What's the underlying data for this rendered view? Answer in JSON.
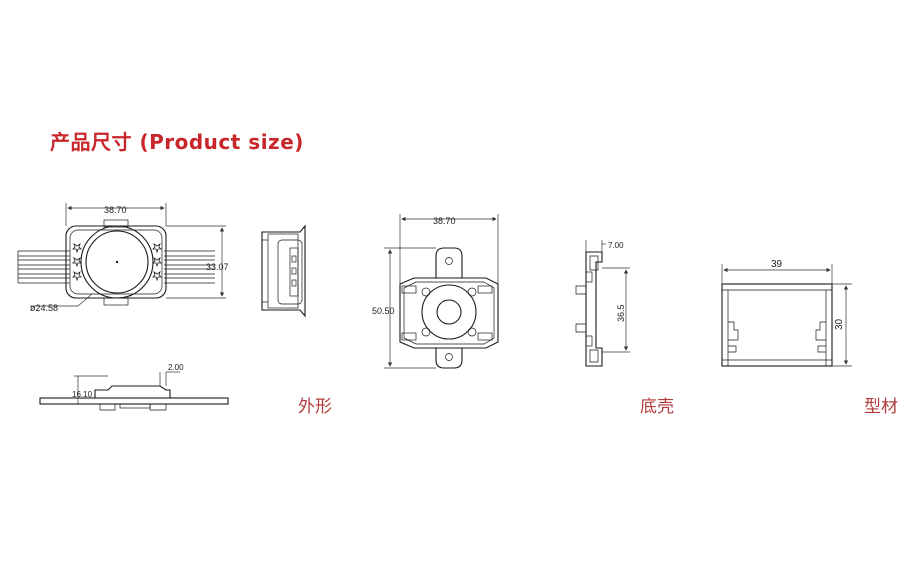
{
  "title": "产品尺寸 (Product size)",
  "captions": {
    "exterior": "外形",
    "base": "底壳",
    "profile": "型材"
  },
  "dimensions": {
    "module_width": "38.70",
    "module_height": "33.07",
    "lens_diameter": "ø24.58",
    "side_height": "16.10",
    "side_offset": "2.00",
    "base_width": "38.70",
    "base_height": "50.50",
    "shell_depth": "7.00",
    "shell_height": "36.5",
    "profile_width": "39",
    "profile_height": "30"
  },
  "colors": {
    "title": "#c8262b",
    "caption": "#b23b3b",
    "line": "#1a1a1a"
  }
}
